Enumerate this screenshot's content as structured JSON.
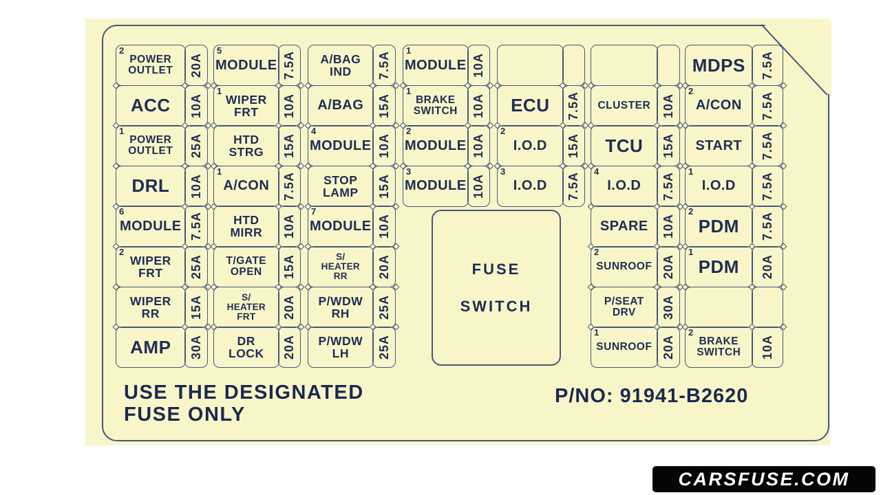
{
  "panel": {
    "note": "USE THE DESIGNATED\nFUSE ONLY",
    "part_no": "P/NO: 91941-B2620",
    "fuse_switch": "FUSE\nSWITCH"
  },
  "watermark": "CARSFUSE.COM",
  "colors": {
    "cream": "#f8f6c9",
    "ink": "#212c54",
    "line": "#49547a",
    "badge_bg": "#050505",
    "badge_text": "#ffffff"
  },
  "grid": {
    "columns": [
      {
        "rows": [
          {
            "sup": "2",
            "label": "POWER\nOUTLET",
            "amp": "20A"
          },
          {
            "sup": "",
            "label": "ACC",
            "amp": "10A"
          },
          {
            "sup": "1",
            "label": "POWER\nOUTLET",
            "amp": "25A"
          },
          {
            "sup": "",
            "label": "DRL",
            "amp": "10A"
          },
          {
            "sup": "6",
            "label": "MODULE",
            "amp": "7.5A"
          },
          {
            "sup": "2",
            "label": "WIPER\nFRT",
            "amp": "25A"
          },
          {
            "sup": "",
            "label": "WIPER\nRR",
            "amp": "15A"
          },
          {
            "sup": "",
            "label": "AMP",
            "amp": "30A"
          }
        ]
      },
      {
        "rows": [
          {
            "sup": "5",
            "label": "MODULE",
            "amp": "7.5A"
          },
          {
            "sup": "1",
            "label": "WIPER\nFRT",
            "amp": "10A"
          },
          {
            "sup": "",
            "label": "HTD\nSTRG",
            "amp": "15A"
          },
          {
            "sup": "1",
            "label": "A/CON",
            "amp": "7.5A"
          },
          {
            "sup": "",
            "label": "HTD\nMIRR",
            "amp": "10A"
          },
          {
            "sup": "",
            "label": "T/GATE\nOPEN",
            "amp": "15A"
          },
          {
            "sup": "",
            "label": "S/\nHEATER\nFRT",
            "amp": "20A"
          },
          {
            "sup": "",
            "label": "DR\nLOCK",
            "amp": "20A"
          }
        ]
      },
      {
        "rows": [
          {
            "sup": "",
            "label": "A/BAG\nIND",
            "amp": "7.5A"
          },
          {
            "sup": "",
            "label": "A/BAG",
            "amp": "15A"
          },
          {
            "sup": "4",
            "label": "MODULE",
            "amp": "10A"
          },
          {
            "sup": "",
            "label": "STOP\nLAMP",
            "amp": "15A"
          },
          {
            "sup": "7",
            "label": "MODULE",
            "amp": "10A"
          },
          {
            "sup": "",
            "label": "S/\nHEATER\nRR",
            "amp": "20A"
          },
          {
            "sup": "",
            "label": "P/WDW\nRH",
            "amp": "25A"
          },
          {
            "sup": "",
            "label": "P/WDW\nLH",
            "amp": "25A"
          }
        ]
      },
      {
        "rows": [
          {
            "sup": "1",
            "label": "MODULE",
            "amp": "10A"
          },
          {
            "sup": "1",
            "label": "BRAKE\nSWITCH",
            "amp": "10A"
          },
          {
            "sup": "2",
            "label": "MODULE",
            "amp": "10A"
          },
          {
            "sup": "3",
            "label": "MODULE",
            "amp": "10A"
          },
          null,
          null,
          null,
          null
        ]
      },
      {
        "rows": [
          {
            "sup": "",
            "label": "",
            "amp": ""
          },
          {
            "sup": "",
            "label": "ECU",
            "amp": "7.5A"
          },
          {
            "sup": "2",
            "label": "I.O.D",
            "amp": "15A"
          },
          {
            "sup": "3",
            "label": "I.O.D",
            "amp": "7.5A"
          },
          null,
          null,
          null,
          null
        ]
      },
      {
        "rows": [
          {
            "sup": "",
            "label": "",
            "amp": ""
          },
          {
            "sup": "",
            "label": "CLUSTER",
            "amp": "10A"
          },
          {
            "sup": "",
            "label": "TCU",
            "amp": "15A"
          },
          {
            "sup": "4",
            "label": "I.O.D",
            "amp": "7.5A"
          },
          {
            "sup": "",
            "label": "SPARE",
            "amp": "10A"
          },
          {
            "sup": "2",
            "label": "SUNROOF",
            "amp": "20A"
          },
          {
            "sup": "",
            "label": "P/SEAT\nDRV",
            "amp": "30A"
          },
          {
            "sup": "1",
            "label": "SUNROOF",
            "amp": "20A"
          }
        ]
      },
      {
        "rows": [
          {
            "sup": "",
            "label": "MDPS",
            "amp": "7.5A"
          },
          {
            "sup": "2",
            "label": "A/CON",
            "amp": "7.5A"
          },
          {
            "sup": "",
            "label": "START",
            "amp": "7.5A"
          },
          {
            "sup": "1",
            "label": "I.O.D",
            "amp": "7.5A"
          },
          {
            "sup": "2",
            "label": "PDM",
            "amp": "7.5A"
          },
          {
            "sup": "1",
            "label": "PDM",
            "amp": "20A"
          },
          {
            "sup": "",
            "label": "",
            "amp": ""
          },
          {
            "sup": "2",
            "label": "BRAKE\nSWITCH",
            "amp": "10A"
          }
        ]
      }
    ]
  }
}
